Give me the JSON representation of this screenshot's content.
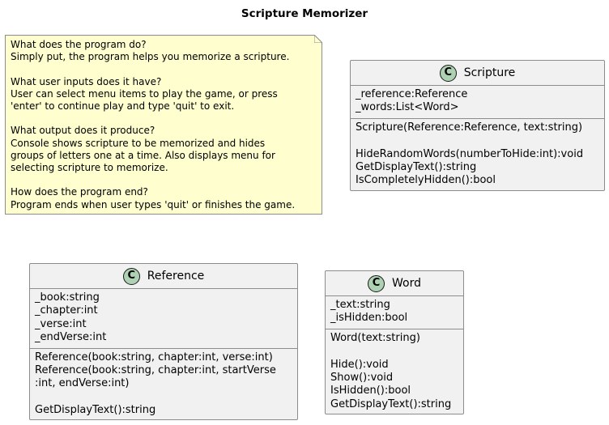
{
  "diagram": {
    "title": "Scripture Memorizer",
    "note": {
      "paragraphs": [
        "What does the program do?\nSimply put, the program helps you memorize a scripture.",
        "What user inputs does it have?\nUser can select menu items to play the game, or press\n'enter' to continue play and type 'quit' to exit.",
        "What output does it produce?\nConsole shows scripture to be memorized and hides\ngroups of letters one at a time. Also displays menu for\nselecting scripture to memorize.",
        "How does the program end?\nProgram ends when user types 'quit' or finishes the game."
      ]
    },
    "classes": {
      "scripture": {
        "stereotype": "C",
        "name": "Scripture",
        "fields": [
          "_reference:Reference",
          "_words:List<Word>"
        ],
        "methods": [
          "Scripture(Reference:Reference, text:string)",
          "",
          "HideRandomWords(numberToHide:int):void",
          "GetDisplayText():string",
          "IsCompletelyHidden():bool"
        ]
      },
      "reference": {
        "stereotype": "C",
        "name": "Reference",
        "fields": [
          "_book:string",
          "_chapter:int",
          "_verse:int",
          "_endVerse:int"
        ],
        "methods": [
          "Reference(book:string, chapter:int, verse:int)",
          "Reference(book:string, chapter:int, startVerse",
          ":int, endVerse:int)",
          "",
          "GetDisplayText():string"
        ]
      },
      "word": {
        "stereotype": "C",
        "name": "Word",
        "fields": [
          "_text:string",
          "_isHidden:bool"
        ],
        "methods": [
          "Word(text:string)",
          "",
          "Hide():void",
          "Show():void",
          "IsHidden():bool",
          "GetDisplayText():string"
        ]
      }
    }
  }
}
